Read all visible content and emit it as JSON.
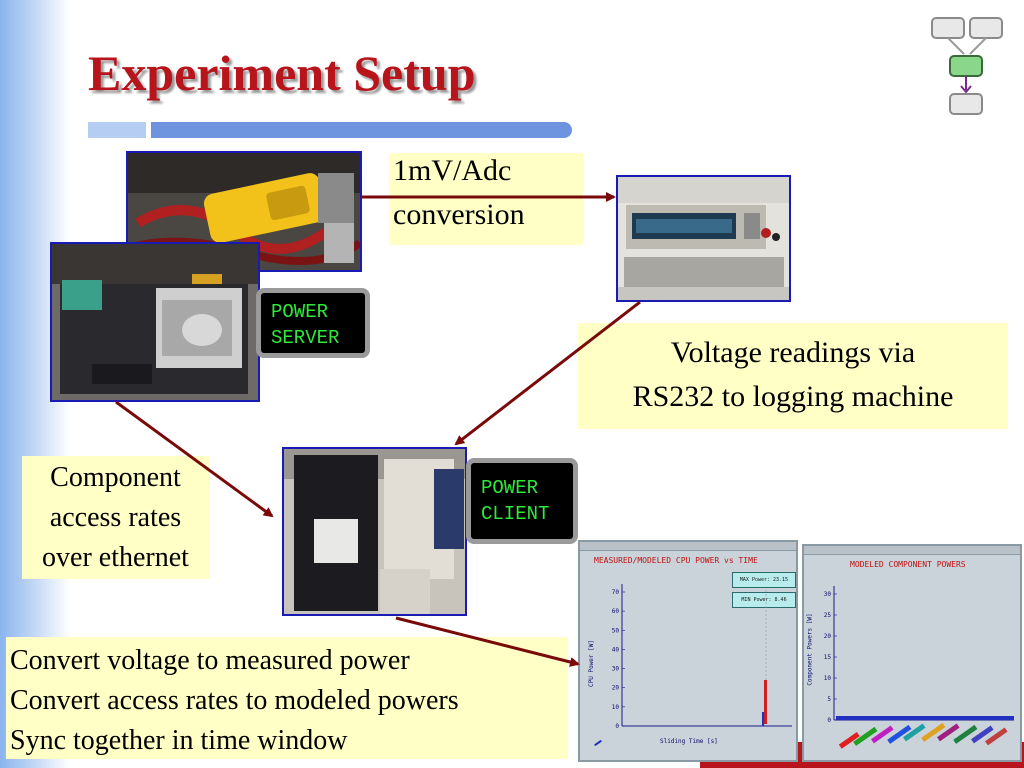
{
  "slide": {
    "title": "Experiment Setup"
  },
  "labels": {
    "power_server": "POWER\nSERVER",
    "power_client": "POWER\nCLIENT"
  },
  "notes": {
    "conversion": [
      "1mV/Adc",
      "conversion"
    ],
    "voltage": [
      "Voltage readings via",
      "RS232 to logging machine"
    ],
    "component": [
      "Component",
      "access rates",
      "over ethernet"
    ],
    "steps": [
      "Convert voltage to measured power",
      "Convert access rates to modeled powers",
      "Sync together in time window"
    ]
  },
  "screenshots": {
    "cpu_chart": {
      "title": "MEASURED/MODELED CPU POWER vs TIME",
      "legend_max": "MAX Power: 23.15",
      "legend_min": "MIN Power: 8.46",
      "ylabel": "CPU Power [W]",
      "xlabel": "Sliding Time [s]",
      "yticks": [
        "70",
        "60",
        "50",
        "40",
        "30",
        "20",
        "10",
        "0"
      ]
    },
    "component_chart": {
      "title": "MODELED COMPONENT POWERS",
      "ylabel": "Component Powers [W]",
      "yticks": [
        "30",
        "25",
        "20",
        "15",
        "10",
        "5",
        "0"
      ]
    }
  },
  "colors": {
    "title": "#b8141c",
    "arrow": "#7a0a0a",
    "note_bg": "#ffffc6",
    "tag_text": "#2ee83a",
    "photo_border": "#1a1ab4"
  }
}
